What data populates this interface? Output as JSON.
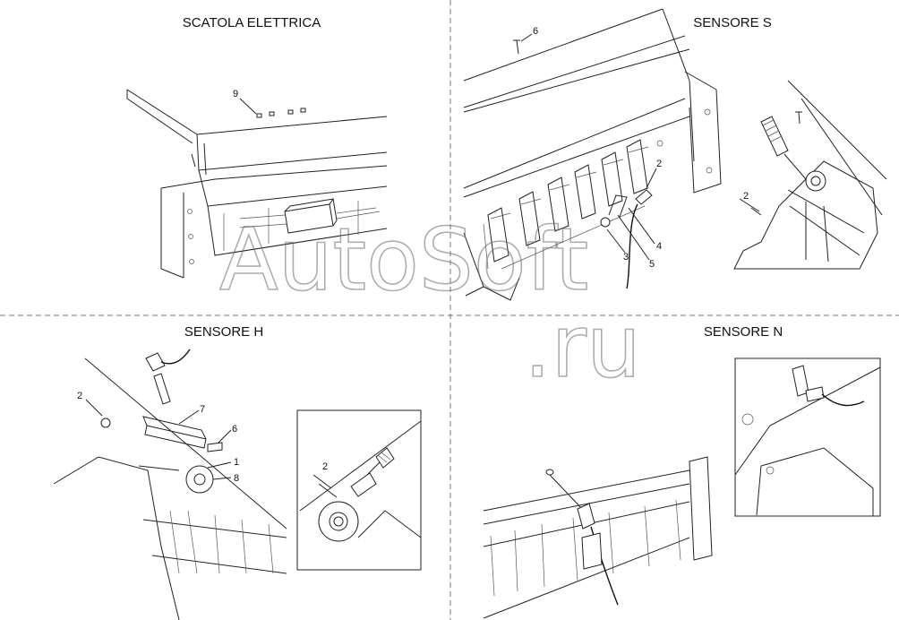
{
  "panels": {
    "top_left": {
      "title": "SCATOLA ELETTRICA",
      "labels": {
        "9": "9"
      }
    },
    "top_right": {
      "title": "SENSORE S",
      "labels": {
        "6": "6",
        "2": "2",
        "4": "4",
        "3": "3",
        "5": "5",
        "gap": "2"
      }
    },
    "bottom_left": {
      "title": "SENSORE H",
      "labels": {
        "2": "2",
        "7": "7",
        "6": "6",
        "1": "1",
        "8": "8",
        "gap": "2"
      }
    },
    "bottom_right": {
      "title": "SENSORE N"
    }
  },
  "watermark": {
    "line1": "AutoSoft",
    "line2": ".ru"
  }
}
